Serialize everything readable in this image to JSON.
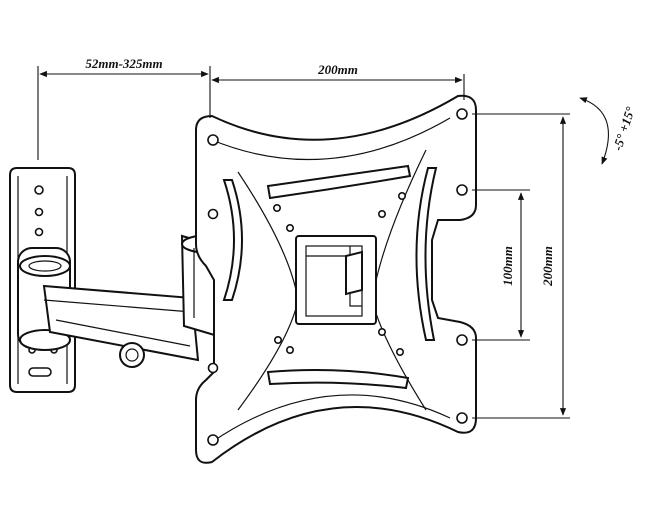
{
  "dimensions": {
    "arm_extension": "52mm-325mm",
    "top_width": "200mm",
    "vertical_inner": "100mm",
    "vertical_outer": "200mm",
    "tilt": "-5° +15°"
  }
}
